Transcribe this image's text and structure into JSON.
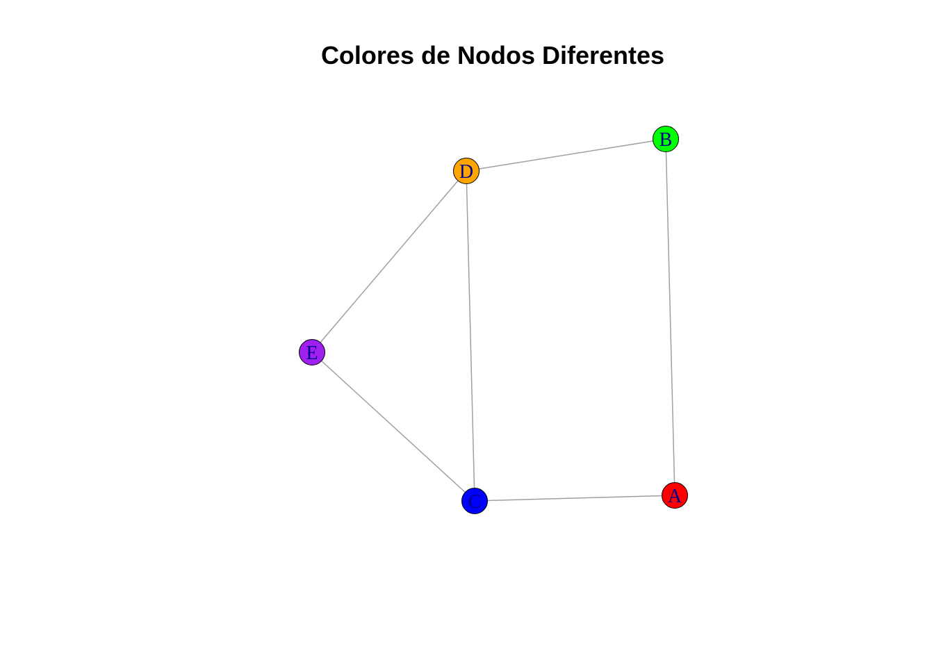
{
  "title": "Colores de Nodos Diferentes",
  "graph": {
    "edge_color": "#a0a0a0",
    "node_border_color": "#000000",
    "label_color": "#00008b",
    "nodes": [
      {
        "id": "A",
        "label": "A",
        "color": "#ff0000"
      },
      {
        "id": "B",
        "label": "B",
        "color": "#00ff00"
      },
      {
        "id": "C",
        "label": "C",
        "color": "#0000ff"
      },
      {
        "id": "D",
        "label": "D",
        "color": "#ffa500"
      },
      {
        "id": "E",
        "label": "E",
        "color": "#a020f0"
      }
    ],
    "edges": [
      {
        "from": "D",
        "to": "B"
      },
      {
        "from": "B",
        "to": "A"
      },
      {
        "from": "D",
        "to": "E"
      },
      {
        "from": "D",
        "to": "C"
      },
      {
        "from": "E",
        "to": "C"
      },
      {
        "from": "C",
        "to": "A"
      }
    ]
  }
}
